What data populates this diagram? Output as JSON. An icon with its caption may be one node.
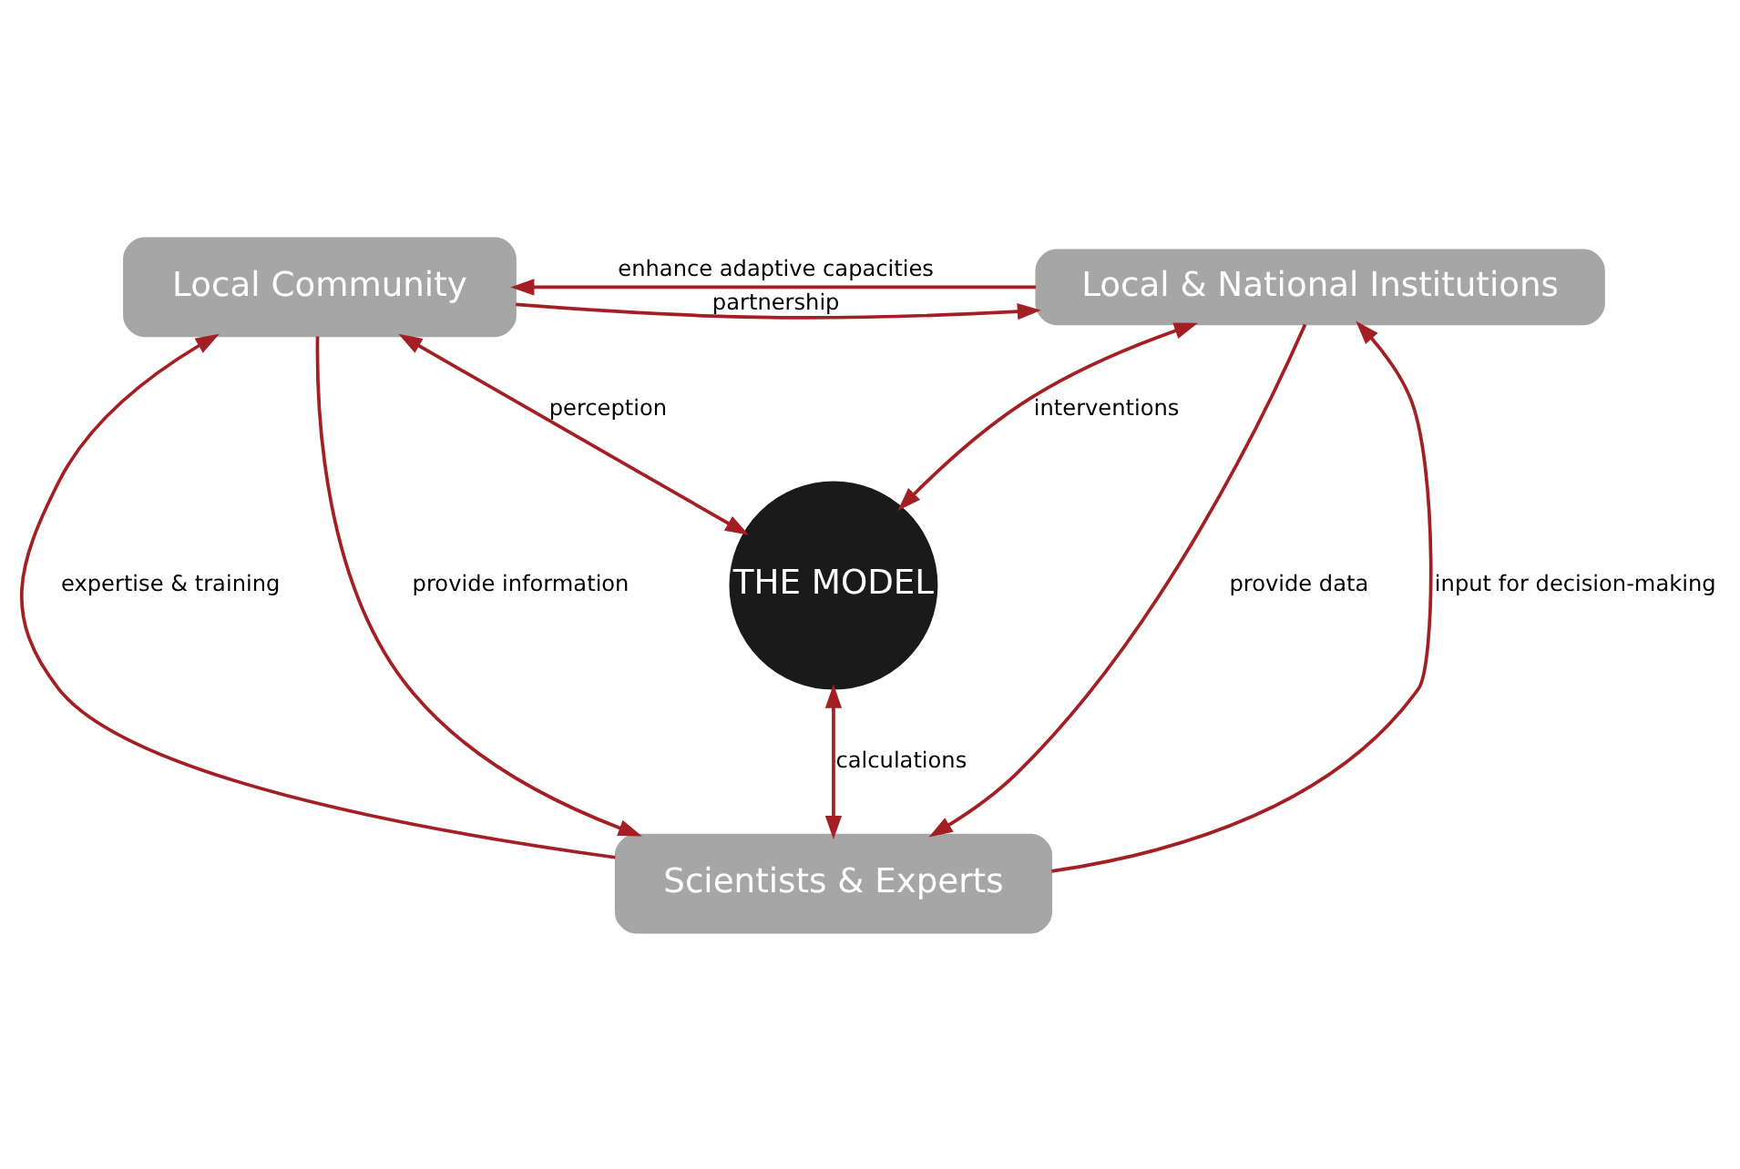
{
  "diagram": {
    "nodes": [
      {
        "text": [
          "Local Community"
        ]
      },
      {
        "text": [
          "Local & National Institutions"
        ]
      },
      {
        "text": [
          "THE MODEL"
        ]
      },
      {
        "text": [
          "Scientists & Experts"
        ]
      }
    ],
    "edges": [
      {
        "from": 0,
        "to": 1,
        "arrow": "to",
        "label": "partnership"
      },
      {
        "from": 1,
        "to": 0,
        "arrow": "to",
        "label": "enhance adaptive capacities"
      },
      {
        "from": 0,
        "to": 2,
        "arrow": "both",
        "label": "perception"
      },
      {
        "from": 1,
        "to": 2,
        "arrow": "both",
        "label": "interventions"
      },
      {
        "from": 2,
        "to": 3,
        "arrow": "both",
        "label": "calculations"
      },
      {
        "from": 0,
        "to": 3,
        "arrow": "to",
        "label": "provide information"
      },
      {
        "from": 3,
        "to": 0,
        "arrow": "to",
        "label": "expertise & training"
      },
      {
        "from": 1,
        "to": 3,
        "arrow": "to",
        "label": "provide data"
      },
      {
        "from": 3,
        "to": 1,
        "arrow": "to",
        "label": "input for decision-making"
      }
    ]
  }
}
